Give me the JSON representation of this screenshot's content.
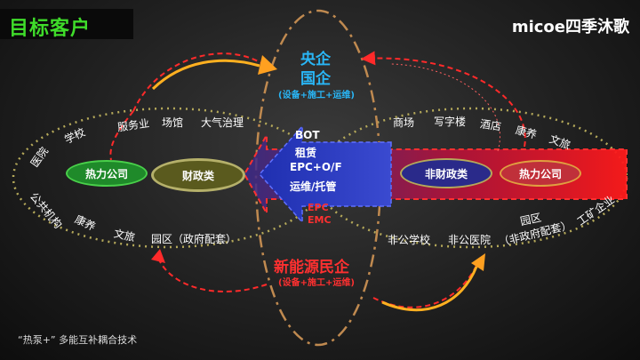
{
  "header": {
    "title": "目标客户",
    "logo": "micoe四季沐歌"
  },
  "central": {
    "line1": "央企",
    "line2": "国企",
    "note": "(设备+施工+运维)"
  },
  "private": {
    "title": "新能源民企",
    "note": "(设备+施工+运维)"
  },
  "modes": [
    "BOT",
    "租赁",
    "EPC+O/F",
    "运维/托管"
  ],
  "red_modes": [
    "EPC",
    "EMC"
  ],
  "left_ring": [
    "医院",
    "学校",
    "服务业",
    "场馆",
    "大气治理",
    "公共机构",
    "康养",
    "文旅",
    "园区（政府配套）"
  ],
  "right_ring": [
    "商场",
    "写字楼",
    "酒店",
    "康养",
    "文旅",
    "非公学校",
    "非公医院",
    "园区",
    "（非政府配套）",
    "工矿企业"
  ],
  "pills": {
    "heat_left": "热力公司",
    "finance": "财政类",
    "nonfinance": "非财政类",
    "heat_right": "热力公司"
  },
  "footer": "“热泵+”   多能互补耦合技术",
  "colors": {
    "green": "#3fdc2a",
    "blue": "#29b6f6",
    "red": "#ff2a2a",
    "olive": "#5a5a1e",
    "navy": "#2a2a8a"
  }
}
